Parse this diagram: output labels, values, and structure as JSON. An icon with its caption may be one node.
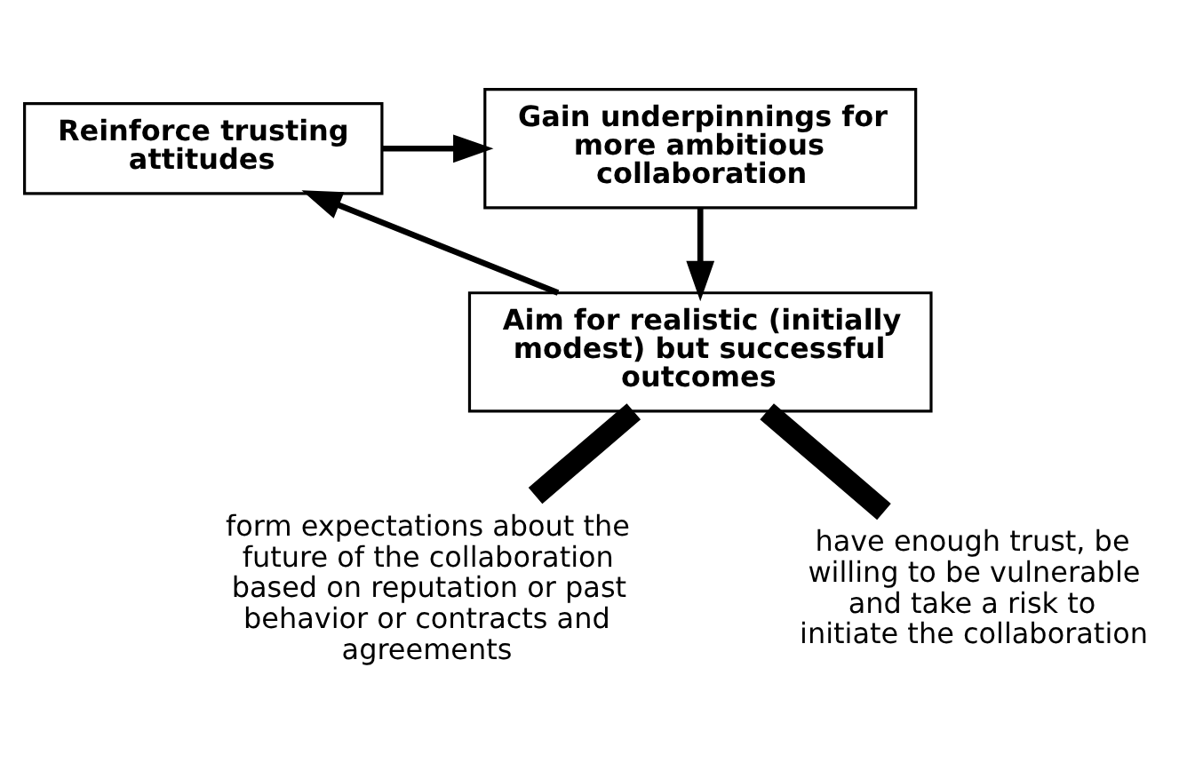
{
  "diagram": {
    "nodes": [
      {
        "text": [
          "Reinforce trusting attitudes"
        ]
      },
      {
        "text": [
          "Gain underpinnings for more ambitious collaboration"
        ]
      },
      {
        "text": [
          "Aim for realistic (initially modest) but successful outcomes"
        ]
      },
      {
        "text": [
          "form expectations about the future of the collaboration based on reputation or past behavior or contracts and agreements"
        ]
      },
      {
        "text": [
          "have enough trust, be willing to be vulnerable and take a risk to initiate the collaboration"
        ]
      }
    ],
    "edges": [
      {
        "from": 0,
        "to": 1,
        "arrow": "to"
      },
      {
        "from": 1,
        "to": 2,
        "arrow": "to"
      },
      {
        "from": 2,
        "to": 0,
        "arrow": "to"
      },
      {
        "from": 2,
        "to": 3,
        "arrow": "none",
        "style": "thick"
      },
      {
        "from": 2,
        "to": 4,
        "arrow": "none",
        "style": "thick"
      }
    ]
  }
}
